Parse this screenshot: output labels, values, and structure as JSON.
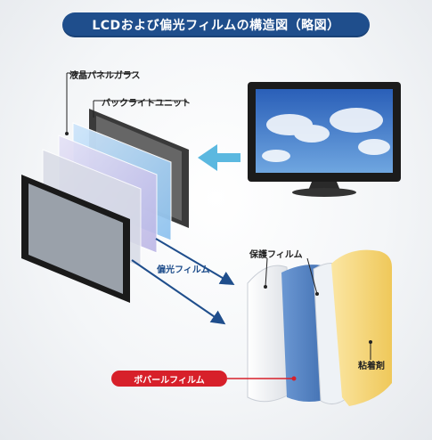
{
  "title": "LCDおよび偏光フィルムの構造図（略図）",
  "labels": {
    "lcd_panel_glass": "液晶パネルガラス",
    "backlight_unit": "バックライトユニット",
    "polarizing_film": "偏光フィルム",
    "protective_film": "保護フィルム",
    "pova_film": "ポバールフィルム",
    "adhesive": "粘着剤"
  },
  "colors": {
    "title_bg": "#1f4e8c",
    "pill_bg": "#d7202a",
    "arrow": "#5bb8e0",
    "polarizer_blue": "#4f7fc0",
    "adhesive_yellow": "#f6d779"
  }
}
